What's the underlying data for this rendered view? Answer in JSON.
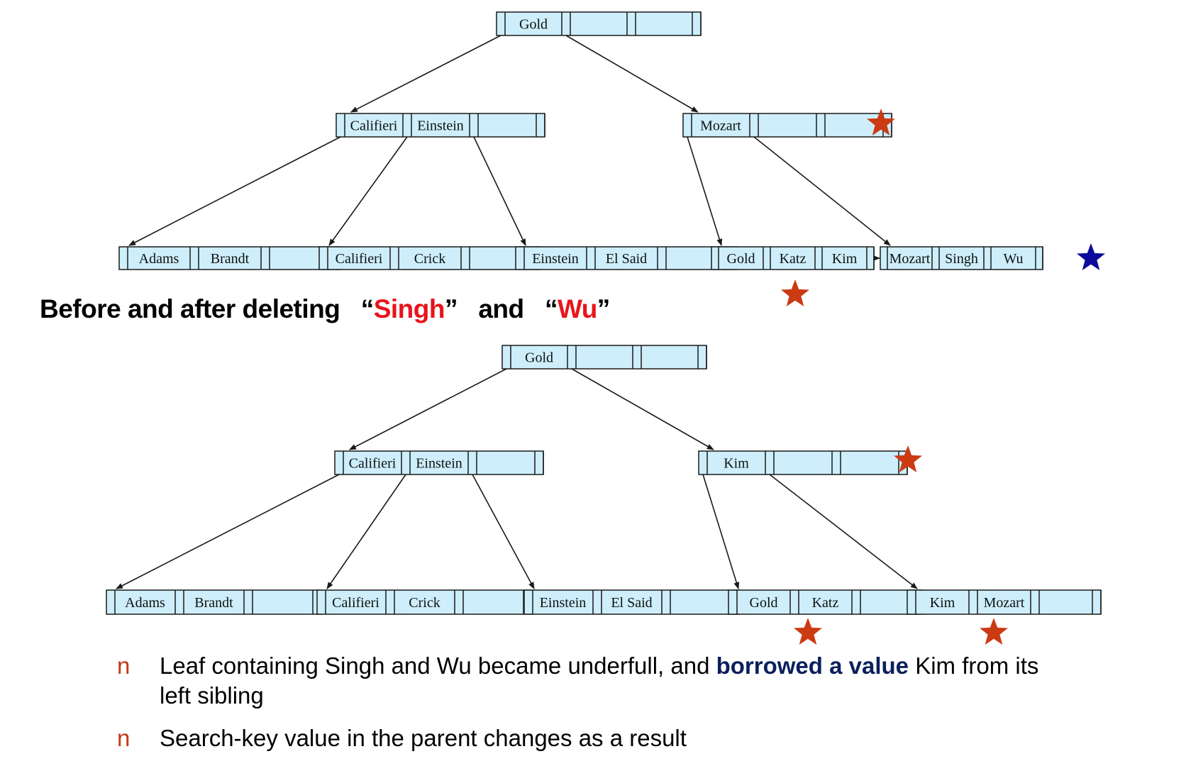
{
  "heading": {
    "before": "Before and after deleting",
    "open_quote_1": "“",
    "key_1": "Singh",
    "close_quote_1": "”",
    "and_word": "and",
    "open_quote_2": "“",
    "key_2": "Wu",
    "close_quote_2": "”"
  },
  "colors": {
    "node_fill": "#cdeefa",
    "node_stroke": "#1a1a1a",
    "star_red": "#cc3a12",
    "star_blue": "#0a0a9c",
    "highlight_red": "#e8141c",
    "emphasis_blue": "#0c1f5c",
    "bullet_marker": "#c23b14"
  },
  "trees": {
    "before": {
      "root": [
        "Gold"
      ],
      "internal": [
        [
          "Califieri",
          "Einstein"
        ],
        [
          "Mozart"
        ]
      ],
      "leaves": [
        [
          "Adams",
          "Brandt"
        ],
        [
          "Califieri",
          "Crick"
        ],
        [
          "Einstein",
          "El Said"
        ],
        [
          "Gold",
          "Katz",
          "Kim"
        ],
        [
          "Mozart",
          "Singh",
          "Wu"
        ]
      ]
    },
    "after": {
      "root": [
        "Gold"
      ],
      "internal": [
        [
          "Califieri",
          "Einstein"
        ],
        [
          "Kim"
        ]
      ],
      "leaves": [
        [
          "Adams",
          "Brandt"
        ],
        [
          "Califieri",
          "Crick"
        ],
        [
          "Einstein",
          "El Said"
        ],
        [
          "Gold",
          "Katz"
        ],
        [
          "Kim",
          "Mozart"
        ]
      ]
    }
  },
  "bullets": [
    {
      "marker": "n",
      "text_before": "Leaf containing Singh and Wu became underfull, and ",
      "emphasis": "borrowed a value",
      "text_after": " Kim from its left sibling"
    },
    {
      "marker": "n",
      "text": "Search-key value in the parent changes as a result"
    }
  ]
}
